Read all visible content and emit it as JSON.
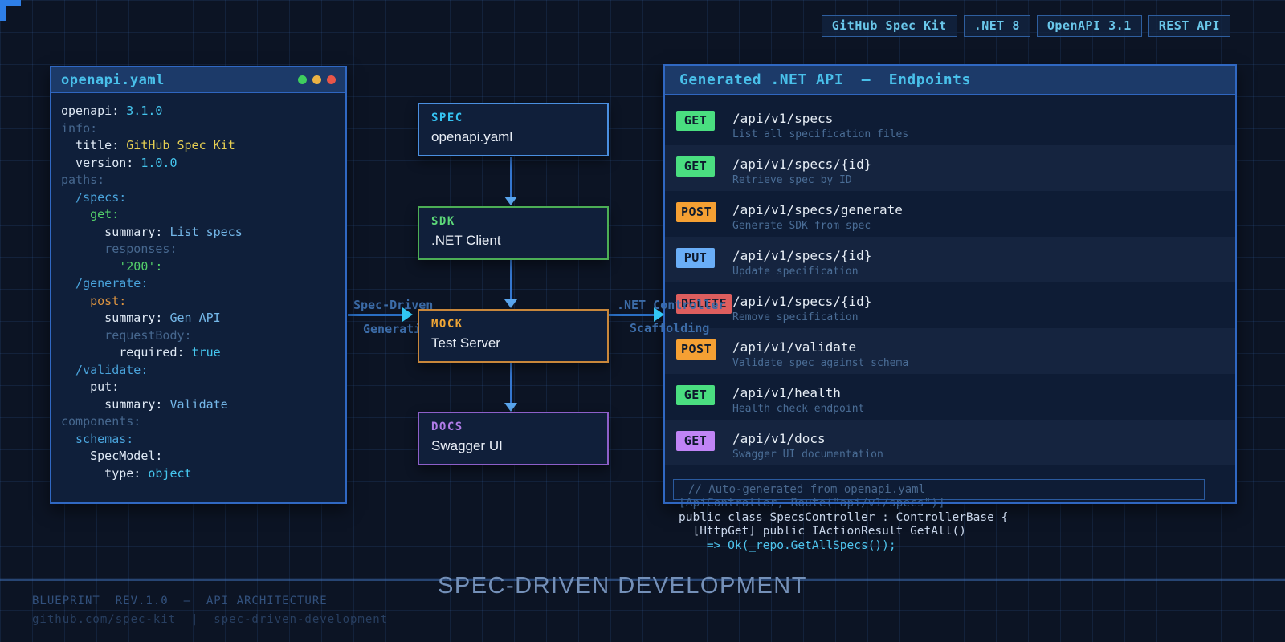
{
  "badges": [
    "GitHub Spec Kit",
    ".NET 8",
    "OpenAPI 3.1",
    "REST API"
  ],
  "editor": {
    "title": "openapi.yaml",
    "traffic_lights": [
      "#3fcf5e",
      "#eab244",
      "#e85649"
    ],
    "lines": [
      {
        "segs": [
          [
            "key",
            "openapi:"
          ],
          [
            "val",
            " 3.1.0"
          ]
        ]
      },
      {
        "segs": [
          [
            "muted",
            "info:"
          ]
        ]
      },
      {
        "segs": [
          [
            "key",
            "  title:"
          ],
          [
            "yellow",
            " GitHub Spec Kit"
          ]
        ]
      },
      {
        "segs": [
          [
            "key",
            "  version:"
          ],
          [
            "val",
            " 1.0.0"
          ]
        ]
      },
      {
        "segs": [
          [
            "muted",
            "paths:"
          ]
        ]
      },
      {
        "segs": [
          [
            "path",
            "  /specs:"
          ]
        ]
      },
      {
        "segs": [
          [
            "green",
            "    get:"
          ]
        ]
      },
      {
        "segs": [
          [
            "key",
            "      summary:"
          ],
          [
            "lblue",
            " List specs"
          ]
        ]
      },
      {
        "segs": [
          [
            "muted",
            "      responses:"
          ]
        ]
      },
      {
        "segs": [
          [
            "green",
            "        '200':"
          ]
        ]
      },
      {
        "segs": [
          [
            "path",
            "  /generate:"
          ]
        ]
      },
      {
        "segs": [
          [
            "orange",
            "    post:"
          ]
        ]
      },
      {
        "segs": [
          [
            "key",
            "      summary:"
          ],
          [
            "lblue",
            " Gen API"
          ]
        ]
      },
      {
        "segs": [
          [
            "muted",
            "      requestBody:"
          ]
        ]
      },
      {
        "segs": [
          [
            "key",
            "        required:"
          ],
          [
            "val",
            " true"
          ]
        ]
      },
      {
        "segs": [
          [
            "path",
            "  /validate:"
          ]
        ]
      },
      {
        "segs": [
          [
            "key",
            "    put:"
          ]
        ]
      },
      {
        "segs": [
          [
            "key",
            "      summary:"
          ],
          [
            "lblue",
            " Validate"
          ]
        ]
      },
      {
        "segs": [
          [
            "muted",
            "components:"
          ]
        ]
      },
      {
        "segs": [
          [
            "path",
            "  schemas:"
          ]
        ]
      },
      {
        "segs": [
          [
            "key",
            "    SpecModel:"
          ]
        ]
      },
      {
        "segs": [
          [
            "key",
            "      type:"
          ],
          [
            "val",
            " object"
          ]
        ]
      }
    ]
  },
  "flow": {
    "nodes": [
      {
        "tag": "SPEC",
        "name": "openapi.yaml",
        "accent": "#35c3f2",
        "border": "#4a8fe0"
      },
      {
        "tag": "SDK",
        "name": ".NET Client",
        "accent": "#5dd879",
        "border": "#4cae55"
      },
      {
        "tag": "MOCK",
        "name": "Test Server",
        "accent": "#f0a636",
        "border": "#c9873b"
      },
      {
        "tag": "DOCS",
        "name": "Swagger UI",
        "accent": "#b07ce8",
        "border": "#8d5fc9"
      }
    ],
    "left_connector": {
      "line1": "Spec-Driven",
      "line2": "Generation"
    },
    "right_connector": {
      "line1": ".NET Controller",
      "line2": "Scaffolding"
    }
  },
  "api_panel": {
    "title": "Generated .NET API  —  Endpoints",
    "endpoints": [
      {
        "method": "GET",
        "color": "#4ade80",
        "path": "/api/v1/specs",
        "desc": "List all specification files"
      },
      {
        "method": "GET",
        "color": "#4ade80",
        "path": "/api/v1/specs/{id}",
        "desc": "Retrieve spec by ID"
      },
      {
        "method": "POST",
        "color": "#f5a033",
        "path": "/api/v1/specs/generate",
        "desc": "Generate SDK from spec"
      },
      {
        "method": "PUT",
        "color": "#6aaef7",
        "path": "/api/v1/specs/{id}",
        "desc": "Update specification"
      },
      {
        "method": "DELETE",
        "color": "#dd5e5e",
        "path": "/api/v1/specs/{id}",
        "desc": "Remove specification"
      },
      {
        "method": "POST",
        "color": "#f5a033",
        "path": "/api/v1/validate",
        "desc": "Validate spec against schema"
      },
      {
        "method": "GET",
        "color": "#4ade80",
        "path": "/api/v1/health",
        "desc": "Health check endpoint"
      },
      {
        "method": "GET",
        "color": "#c084f5",
        "path": "/api/v1/docs",
        "desc": "Swagger UI documentation"
      }
    ],
    "code": {
      "comment": "// Auto-generated from openapi.yaml",
      "lines": [
        {
          "text": "[ApiController, Route(\"api/v1/specs\")]",
          "style": "dim"
        },
        {
          "text": "public class SpecsController : ControllerBase {",
          "style": "plain"
        },
        {
          "text": "  [HttpGet] public IActionResult GetAll()",
          "style": "plain"
        },
        {
          "text": "    => Ok(_repo.GetAllSpecs());",
          "style": "accent"
        }
      ]
    }
  },
  "footer": {
    "left_line1": "BLUEPRINT  REV.1.0  —  API ARCHITECTURE",
    "left_line2": "github.com/spec-kit  |  spec-driven-development",
    "title": "SPEC-DRIVEN DEVELOPMENT"
  }
}
